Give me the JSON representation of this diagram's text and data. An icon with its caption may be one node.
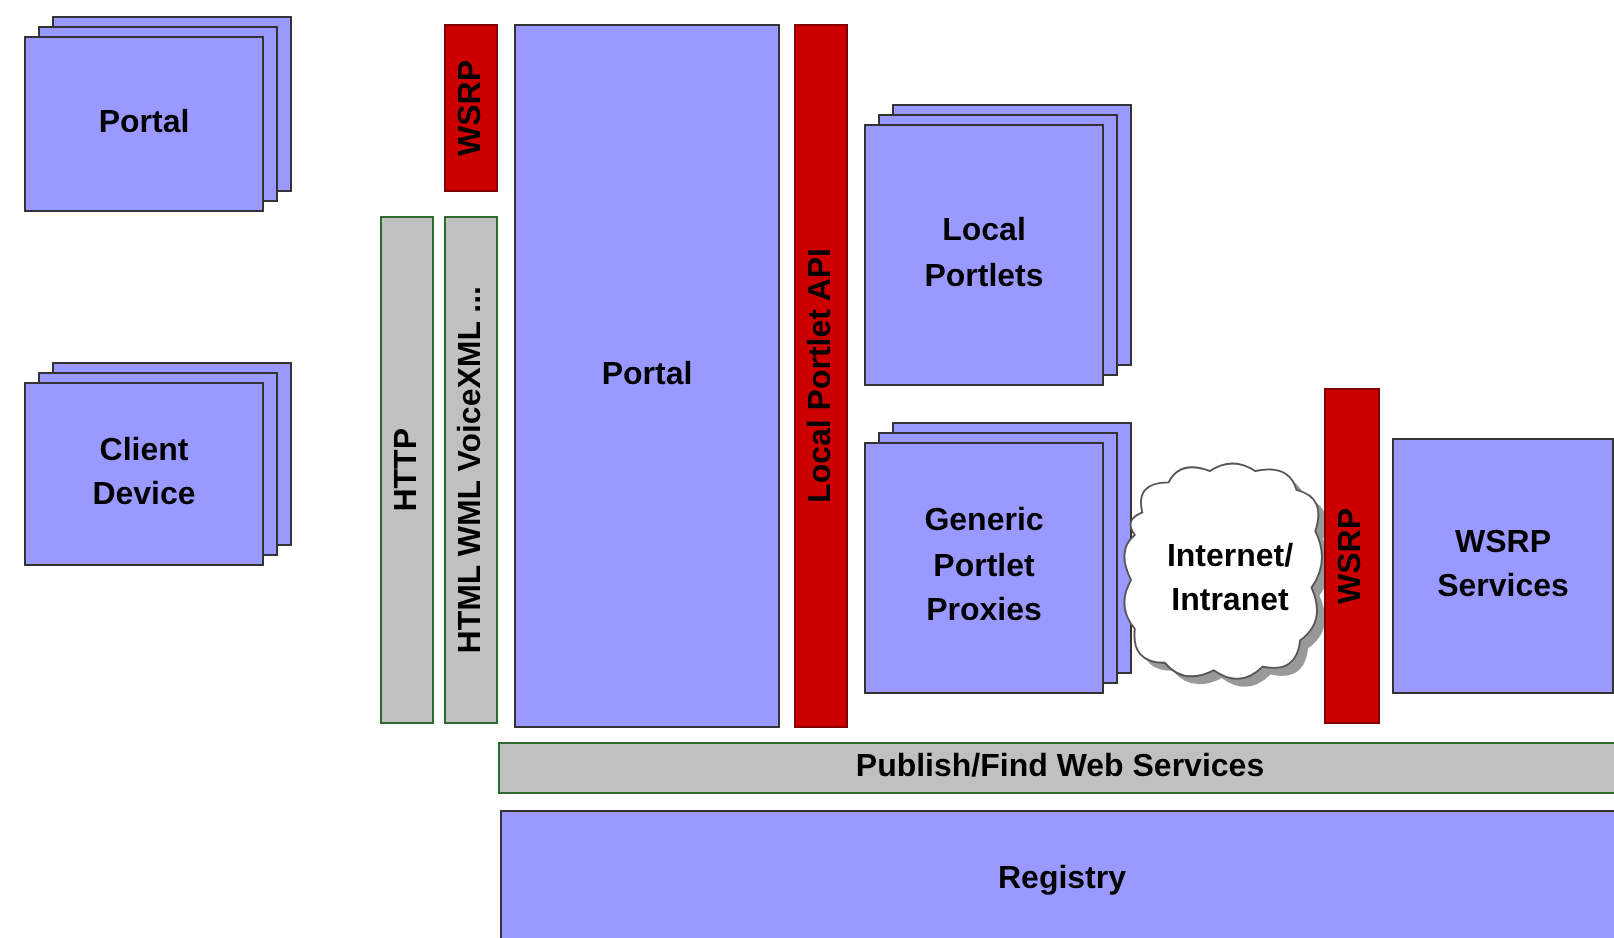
{
  "diagram": {
    "nodes": [
      {
        "text": [
          "Portal"
        ]
      },
      {
        "text": [
          "Client Device"
        ]
      },
      {
        "text": [
          "WSRP"
        ]
      },
      {
        "text": [
          "HTTP"
        ]
      },
      {
        "text": [
          "HTML WML VoiceXML ..."
        ]
      },
      {
        "text": [
          "Portal"
        ]
      },
      {
        "text": [
          "Local Portlet API"
        ]
      },
      {
        "text": [
          "Local Portlets"
        ]
      },
      {
        "text": [
          "Generic Portlet Proxies"
        ]
      },
      {
        "text": [
          "Internet/ Intranet"
        ]
      },
      {
        "text": [
          "WSRP"
        ]
      },
      {
        "text": [
          "WSRP Services"
        ]
      },
      {
        "text": [
          "Publish/Find Web Services"
        ]
      },
      {
        "text": [
          "Registry"
        ]
      }
    ]
  }
}
